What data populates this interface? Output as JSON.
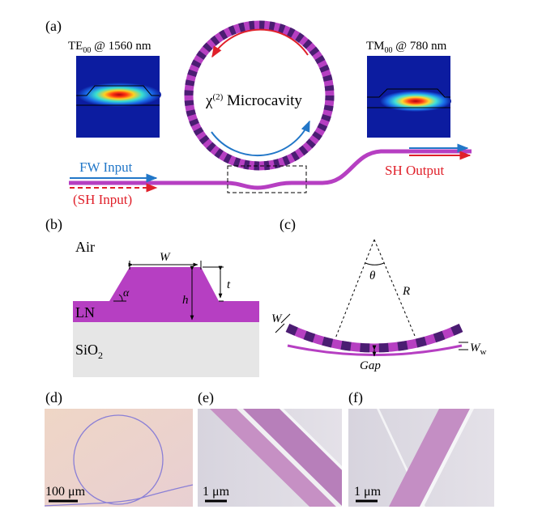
{
  "panels": {
    "a": {
      "label": "(a)",
      "mode_left": {
        "name": "TE",
        "sub": "00",
        "text": " @ 1560 nm"
      },
      "mode_right": {
        "name": "TM",
        "sub": "00",
        "text": " @ 780 nm"
      },
      "chi_label": {
        "chi": "χ",
        "sup": "(2)",
        "text": " Microcavity"
      },
      "fw_input": "FW Input",
      "sh_input": "(SH Input)",
      "sh_output": "SH Output"
    },
    "b": {
      "label": "(b)",
      "air": "Air",
      "ln": "LN",
      "sio2": {
        "base": "SiO",
        "sub": "2"
      },
      "w": "W",
      "t": "t",
      "h": "h",
      "alpha": "α"
    },
    "c": {
      "label": "(c)",
      "theta": "θ",
      "r": "R",
      "w": "W",
      "ww": {
        "base": "W",
        "sub": "w"
      },
      "gap": "Gap"
    },
    "d": {
      "label": "(d)",
      "scalebar": "100 μm"
    },
    "e": {
      "label": "(e)",
      "scalebar": "1 μm"
    },
    "f": {
      "label": "(f)",
      "scalebar": "1 μm"
    }
  },
  "colors": {
    "magenta": "#b63fc2",
    "dark_purple": "#4a1d72",
    "red": "#e0202a",
    "blue": "#2277c8",
    "substrate": "#e6e6e6"
  }
}
